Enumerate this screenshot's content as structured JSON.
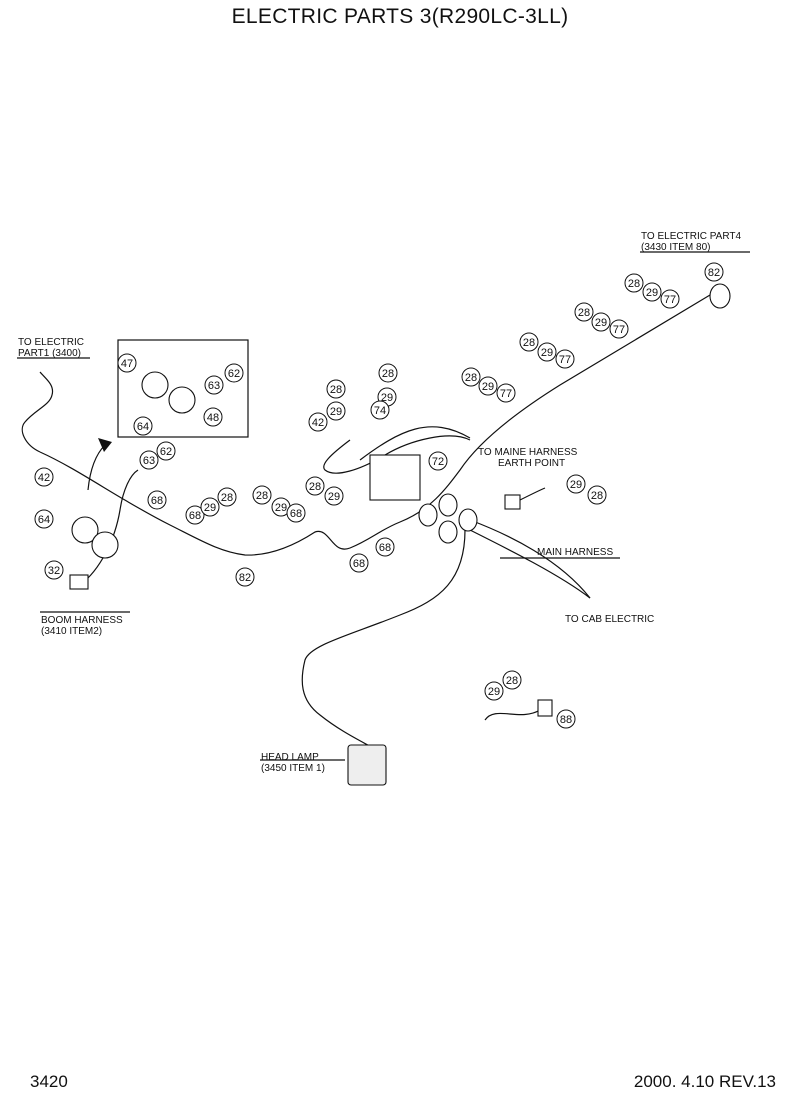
{
  "title": "ELECTRIC PARTS 3(R290LC-3LL)",
  "page_number": "3420",
  "revision": "2000. 4.10  REV.13",
  "notes": {
    "to_electric_part4_l1": "TO ELECTRIC PART4",
    "to_electric_part4_l2": "(3430 ITEM 80)",
    "to_electric_part1_l1": "TO ELECTRIC",
    "to_electric_part1_l2": "PART1 (3400)",
    "to_maine_harness_l1": "TO MAINE HARNESS",
    "to_maine_harness_l2": "EARTH POINT",
    "main_harness": "MAIN HARNESS",
    "to_cab_electric": "TO CAB ELECTRIC",
    "boom_harness_l1": "BOOM HARNESS",
    "boom_harness_l2": "(3410 ITEM2)",
    "head_lamp_l1": "HEAD LAMP",
    "head_lamp_l2": "(3450 ITEM 1)"
  },
  "callouts": [
    {
      "id": "c82a",
      "label": "82"
    },
    {
      "id": "c28a",
      "label": "28"
    },
    {
      "id": "c29a",
      "label": "29"
    },
    {
      "id": "c77a",
      "label": "77"
    },
    {
      "id": "c28b",
      "label": "28"
    },
    {
      "id": "c29b",
      "label": "29"
    },
    {
      "id": "c77b",
      "label": "77"
    },
    {
      "id": "c28c",
      "label": "28"
    },
    {
      "id": "c29c",
      "label": "29"
    },
    {
      "id": "c77c",
      "label": "77"
    },
    {
      "id": "c28d",
      "label": "28"
    },
    {
      "id": "c29d",
      "label": "29"
    },
    {
      "id": "c77d",
      "label": "77"
    },
    {
      "id": "c28e",
      "label": "28"
    },
    {
      "id": "c29e",
      "label": "29"
    },
    {
      "id": "c74",
      "label": "74"
    },
    {
      "id": "c28f",
      "label": "28"
    },
    {
      "id": "c29f",
      "label": "29"
    },
    {
      "id": "c42a",
      "label": "42"
    },
    {
      "id": "c72",
      "label": "72"
    },
    {
      "id": "c29g",
      "label": "29"
    },
    {
      "id": "c28g",
      "label": "28"
    },
    {
      "id": "c47",
      "label": "47"
    },
    {
      "id": "c63a",
      "label": "63"
    },
    {
      "id": "c62a",
      "label": "62"
    },
    {
      "id": "c48",
      "label": "48"
    },
    {
      "id": "c64a",
      "label": "64"
    },
    {
      "id": "c62b",
      "label": "62"
    },
    {
      "id": "c63b",
      "label": "63"
    },
    {
      "id": "c68a",
      "label": "68"
    },
    {
      "id": "c42b",
      "label": "42"
    },
    {
      "id": "c64b",
      "label": "64"
    },
    {
      "id": "c68b",
      "label": "68"
    },
    {
      "id": "c29h",
      "label": "29"
    },
    {
      "id": "c28h",
      "label": "28"
    },
    {
      "id": "c28i",
      "label": "28"
    },
    {
      "id": "c29i",
      "label": "29"
    },
    {
      "id": "c68c",
      "label": "68"
    },
    {
      "id": "c28j",
      "label": "28"
    },
    {
      "id": "c29j",
      "label": "29"
    },
    {
      "id": "c68d",
      "label": "68"
    },
    {
      "id": "c68e",
      "label": "68"
    },
    {
      "id": "c32",
      "label": "32"
    },
    {
      "id": "c82b",
      "label": "82"
    },
    {
      "id": "c29k",
      "label": "29"
    },
    {
      "id": "c28k",
      "label": "28"
    },
    {
      "id": "c88",
      "label": "88"
    }
  ]
}
